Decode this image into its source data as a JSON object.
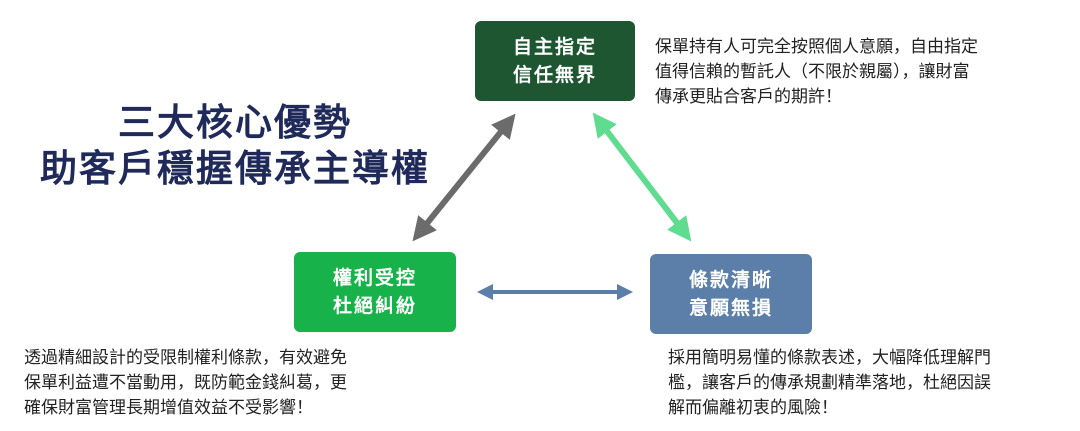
{
  "title": {
    "line1": "三大核心優勢",
    "line2": "助客戶穩握傳承主導權"
  },
  "boxes": {
    "top": {
      "line1": "自主指定",
      "line2": "信任無界"
    },
    "left": {
      "line1": "權利受控",
      "line2": "杜絕糾紛"
    },
    "right": {
      "line1": "條款清晰",
      "line2": "意願無損"
    }
  },
  "descriptions": {
    "top": [
      "保單持有人可完全按照個人意願，自由指定",
      "值得信賴的暫託人（不限於親屬），讓財富",
      "傳承更貼合客戶的期許！"
    ],
    "left": [
      "透過精細設計的受限制權利條款，有效避免",
      "保單利益遭不當動用，既防範金錢糾葛，更",
      "確保財富管理長期增值效益不受影響！"
    ],
    "right": [
      "採用簡明易懂的條款表述，大幅降低理解門",
      "檻，讓客戶的傳承規劃精準落地，杜絕因誤",
      "解而偏離初衷的風險！"
    ]
  },
  "colors": {
    "title": "#1f2a5a",
    "box_top": "#1e5631",
    "box_left": "#17b24a",
    "box_right": "#5b7fa8",
    "arrow_left": "#6b6b6b",
    "arrow_right": "#5fdc8f",
    "arrow_bottom": "#5b7fa8"
  }
}
